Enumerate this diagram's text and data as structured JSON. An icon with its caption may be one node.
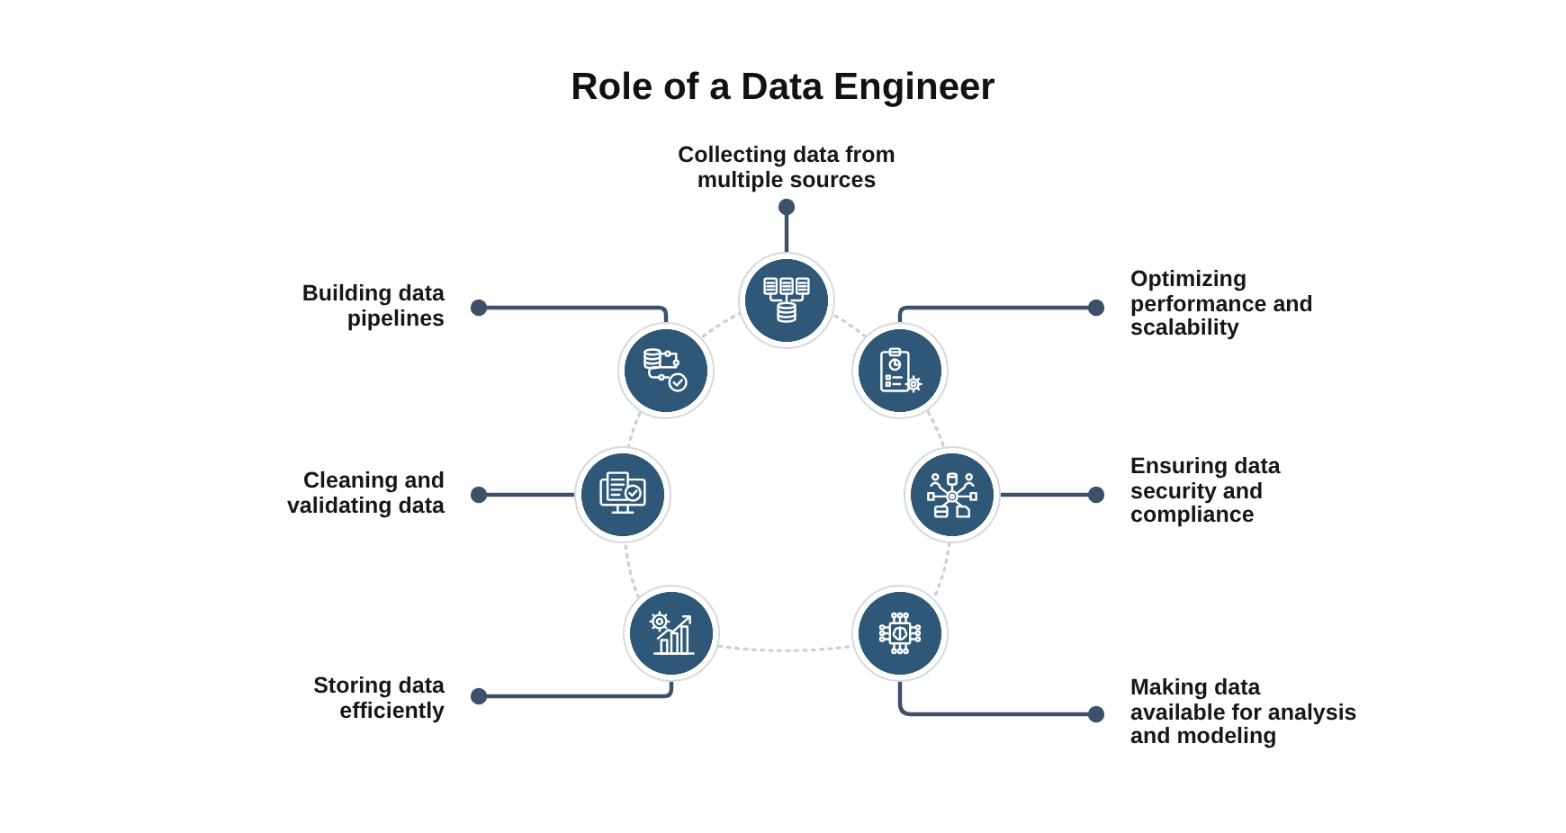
{
  "diagram": {
    "title": "Role of a Data Engineer",
    "nodes": [
      {
        "text": [
          "Collecting data from multiple sources"
        ]
      },
      {
        "text": [],
        "shape": "circle"
      },
      {
        "text": [
          "Building data pipelines"
        ]
      },
      {
        "text": [],
        "shape": "circle"
      },
      {
        "text": [
          "Optimizing performance and scalability"
        ]
      },
      {
        "text": [],
        "shape": "circle"
      },
      {
        "text": [
          "Cleaning and validating data"
        ]
      },
      {
        "text": [],
        "shape": "circle"
      },
      {
        "text": [
          "Ensuring data security and compliance"
        ]
      },
      {
        "text": [],
        "shape": "circle"
      },
      {
        "text": [
          "Storing data efficiently"
        ]
      },
      {
        "text": [],
        "shape": "circle"
      },
      {
        "text": [
          "Making data available for analysis and modeling"
        ]
      },
      {
        "text": [],
        "shape": "circle"
      }
    ],
    "edges": [
      {
        "from": 0,
        "to": 1,
        "arrow": "other"
      },
      {
        "from": 2,
        "to": 3,
        "arrow": "other"
      },
      {
        "from": 4,
        "to": 5,
        "arrow": "other"
      },
      {
        "from": 6,
        "to": 7,
        "arrow": "other"
      },
      {
        "from": 8,
        "to": 9,
        "arrow": "other"
      },
      {
        "from": 10,
        "to": 11,
        "arrow": "other"
      },
      {
        "from": 12,
        "to": 13,
        "arrow": "other"
      }
    ]
  }
}
